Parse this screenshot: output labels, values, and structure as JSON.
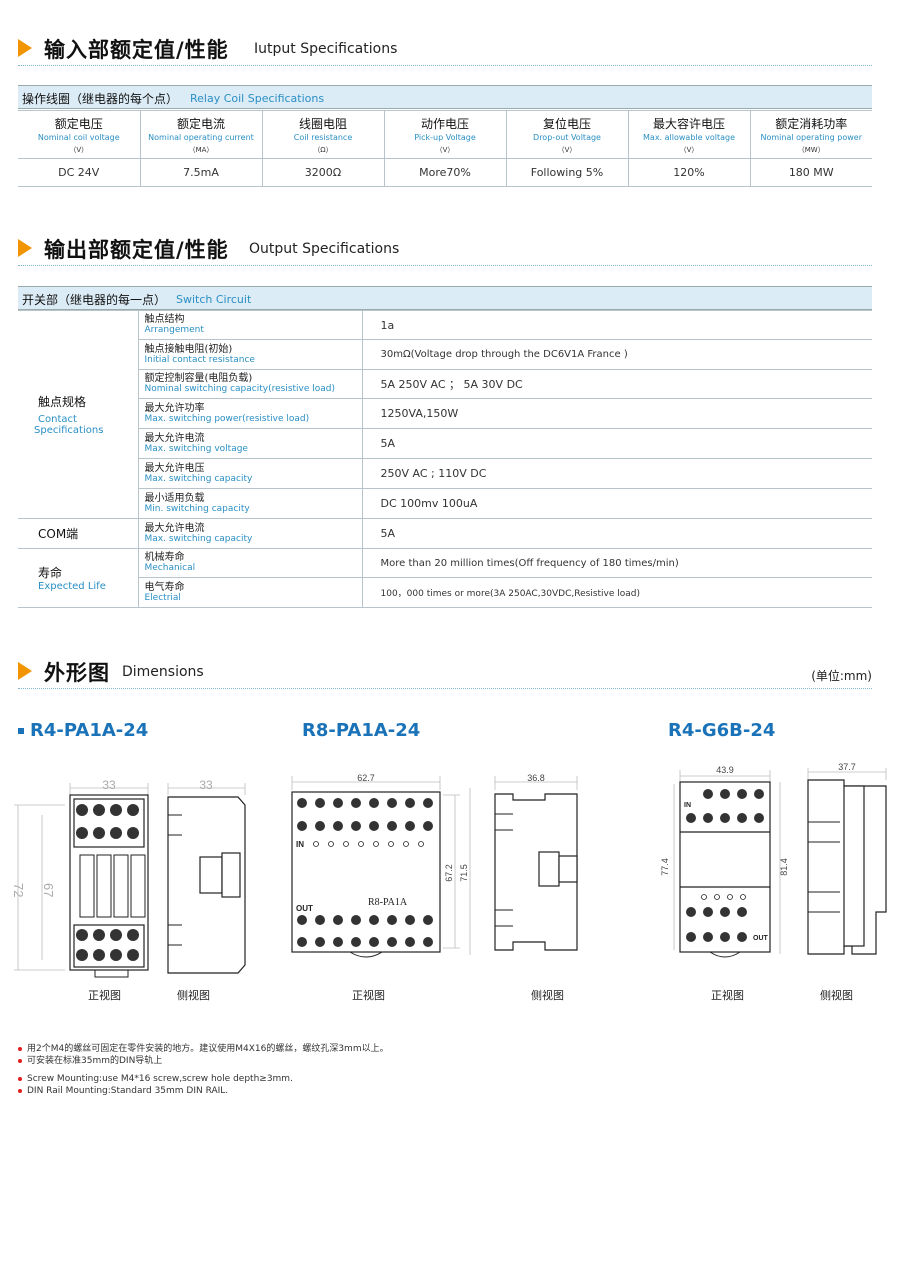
{
  "section1": {
    "title_zh": "输入部额定值/性能",
    "title_en": "Iutput Specifications"
  },
  "coil_bar": {
    "zh": "操作线圈（继电器的每个点）",
    "en": "Relay Coil Specifications"
  },
  "coil_table": {
    "headers": [
      {
        "zh": "额定电压",
        "en": "Nominal coil voltage",
        "unit": "（V）"
      },
      {
        "zh": "额定电流",
        "en": "Nominal operating current",
        "unit": "（MA）"
      },
      {
        "zh": "线圈电阻",
        "en": "Coil resistance",
        "unit": "（Ω）"
      },
      {
        "zh": "动作电压",
        "en": "Pick-up Voltage",
        "unit": "（V）"
      },
      {
        "zh": "复位电压",
        "en": "Drop-out Voltage",
        "unit": "（V）"
      },
      {
        "zh": "最大容许电压",
        "en": "Max. allowable voltage",
        "unit": "（V）"
      },
      {
        "zh": "额定消耗功率",
        "en": "Nominal operating power",
        "unit": "（MW）"
      }
    ],
    "values": [
      "DC 24V",
      "7.5mA",
      "3200Ω",
      "More70%",
      "Following 5%",
      "120%",
      "180 MW"
    ]
  },
  "section2": {
    "title_zh": "输出部额定值/性能",
    "title_en": "Output Specifications"
  },
  "switch_bar": {
    "zh": "开关部（继电器的每一点）",
    "en": "Switch Circuit"
  },
  "switch_table": {
    "contact": {
      "zh": "触点规格",
      "en1": "Contact",
      "en2": "Specifications",
      "rows": [
        {
          "zh": "触点结构",
          "en": "Arrangement",
          "value": "1a"
        },
        {
          "zh": "触点接触电阻(初始)",
          "en": "Initial contact resistance",
          "value": "30mΩ(Voltage drop through the DC6V1A France )"
        },
        {
          "zh": "额定控制容量(电阻负载)",
          "en": "Nominal switching capacity(resistive load)",
          "value": "5A 250V AC ； 5A 30V DC"
        },
        {
          "zh": "最大允许功率",
          "en": "Max. switching power(resistive load)",
          "value": "1250VA,150W"
        },
        {
          "zh": "最大允许电流",
          "en": "Max. switching voltage",
          "value": "5A"
        },
        {
          "zh": "最大允许电压",
          "en": "Max. switching capacity",
          "value": "250V AC ; 110V DC"
        },
        {
          "zh": "最小适用负载",
          "en": "Min. switching capacity",
          "value": "DC 100mv 100uA"
        }
      ]
    },
    "com": {
      "label": "COM端",
      "row": {
        "zh": "最大允许电流",
        "en": "Max. switching capacity",
        "value": "5A"
      }
    },
    "life": {
      "zh": "寿命",
      "en": "Expected Life",
      "rows": [
        {
          "zh": "机械寿命",
          "en": "Mechanical",
          "value": "More than 20 million times(Off frequency of 180 times/min)"
        },
        {
          "zh": "电气寿命",
          "en": "Electrial",
          "value": "100，000 times or more(3A 250AC,30VDC,Resistive load)"
        }
      ]
    }
  },
  "section3": {
    "title_zh": "外形图",
    "title_en": "Dimensions",
    "unit": "(单位:mm)"
  },
  "models": [
    "R4-PA1A-24",
    "R8-PA1A-24",
    "R4-G6B-24"
  ],
  "captions": {
    "front": "正视图",
    "side": "侧视图"
  },
  "drawing_labels": {
    "d1_width": "33",
    "d1_height1": "72",
    "d1_height2": "67",
    "d1_side_width": "33",
    "d2_width": "62.7",
    "d2_height1": "67.2",
    "d2_height2": "71.5",
    "d2_side_width": "36.8",
    "d2_in": "IN",
    "d2_out": "OUT",
    "d2_label": "R8-PA1A",
    "d3_width": "43.9",
    "d3_height1": "77.4",
    "d3_height2": "81.4",
    "d3_side_width": "37.7",
    "d3_in": "IN",
    "d3_out": "OUT"
  },
  "notes": [
    "用2个M4的螺丝可固定在零件安装的地方。建议使用M4X16的螺丝，螺纹孔深3mm以上。",
    "可安装在标准35mm的DIN导轨上",
    "Screw Mounting:use M4*16 screw,screw hole depth≥3mm.",
    "DIN Rail Mounting:Standard 35mm DIN RAIL."
  ],
  "colors": {
    "accent": "#f29400",
    "blue": "#1a73b8",
    "light_blue": "#2a8fc4",
    "bar_bg": "#dcecf6",
    "bullet": "#e02020"
  }
}
